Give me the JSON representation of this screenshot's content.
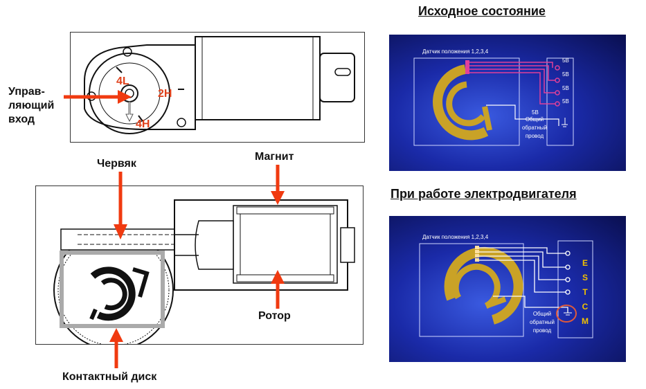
{
  "left_top": {
    "control_input_label": [
      "Управ-",
      "ляющий",
      "вход"
    ],
    "pos_4l": "4L",
    "pos_2h": "2H",
    "pos_4h": "4H"
  },
  "left_bottom": {
    "worm_label": "Червяк",
    "magnet_label": "Магнит",
    "rotor_label": "Ротор",
    "contact_disk_label": "Контактный диск"
  },
  "right_top": {
    "heading": "Исходное состояние",
    "sensor_label": "Датчик положения 1,2,3,4",
    "voltages": [
      "5B",
      "5B",
      "5B",
      "5B"
    ],
    "ground_voltage": "5B",
    "ground_label": [
      "Общий",
      "обратный",
      "провод"
    ]
  },
  "right_bottom": {
    "heading": "При работе электродвигателя",
    "sensor_label": "Датчик положения 1,2,3,4",
    "estcm_letters": [
      "E",
      "S",
      "T",
      "C",
      "M"
    ],
    "ground_label": [
      "Общий",
      "обратный",
      "провод"
    ]
  },
  "colors": {
    "arrow_red": "#f03a10",
    "label_orange": "#e0401a",
    "gold": "#c9a227",
    "wire_pink": "#e0409a",
    "slide_blue": "#1a2aa8",
    "estcm_yellow": "#f0c000"
  }
}
